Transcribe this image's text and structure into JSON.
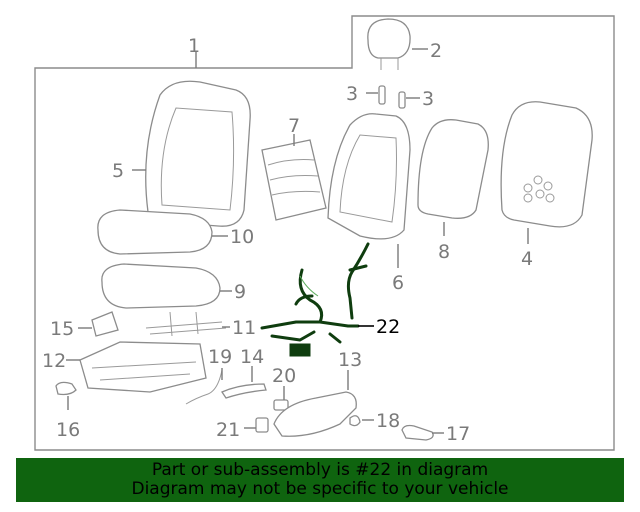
{
  "diagram": {
    "callouts": [
      "1",
      "2",
      "3",
      "3",
      "4",
      "5",
      "6",
      "7",
      "8",
      "9",
      "10",
      "11",
      "12",
      "13",
      "14",
      "15",
      "16",
      "17",
      "18",
      "19",
      "20",
      "21",
      "22"
    ],
    "highlight_color": "#0f3d0f"
  },
  "banner": {
    "line1": "Part or sub-assembly is #22 in diagram",
    "line2": "Diagram may not be specific to your vehicle",
    "background": "#0f640f"
  }
}
